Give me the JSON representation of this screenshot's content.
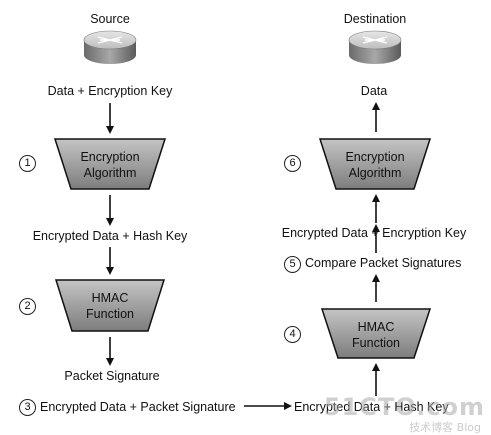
{
  "source": {
    "label": "Source",
    "input": "Data + Encryption Key"
  },
  "destination": {
    "label": "Destination",
    "output": "Data"
  },
  "left": {
    "step1": "1",
    "enc_box": [
      "Encryption",
      "Algorithm"
    ],
    "encrypted_hash": "Encrypted Data + Hash Key",
    "step2": "2",
    "hmac_box": [
      "HMAC",
      "Function"
    ],
    "packet_signature": "Packet Signature"
  },
  "bottom": {
    "step3": "3",
    "left_text": "Encrypted Data + Packet Signature",
    "right_text": "Encrypted Data + Hash Key"
  },
  "right": {
    "step4": "4",
    "hmac_box": [
      "HMAC",
      "Function"
    ],
    "step5": "5",
    "compare": "Compare Packet Signatures",
    "encrypted_enc": "Encrypted Data + Encryption Key",
    "step6": "6",
    "enc_box": [
      "Encryption",
      "Algorithm"
    ]
  },
  "watermark": {
    "logo": "51CTO.com",
    "sub": "技术博客 Blog"
  },
  "colors": {
    "box_fill_top": "#c4c4c4",
    "box_fill_bottom": "#7d7d7d",
    "stroke": "#111111"
  }
}
